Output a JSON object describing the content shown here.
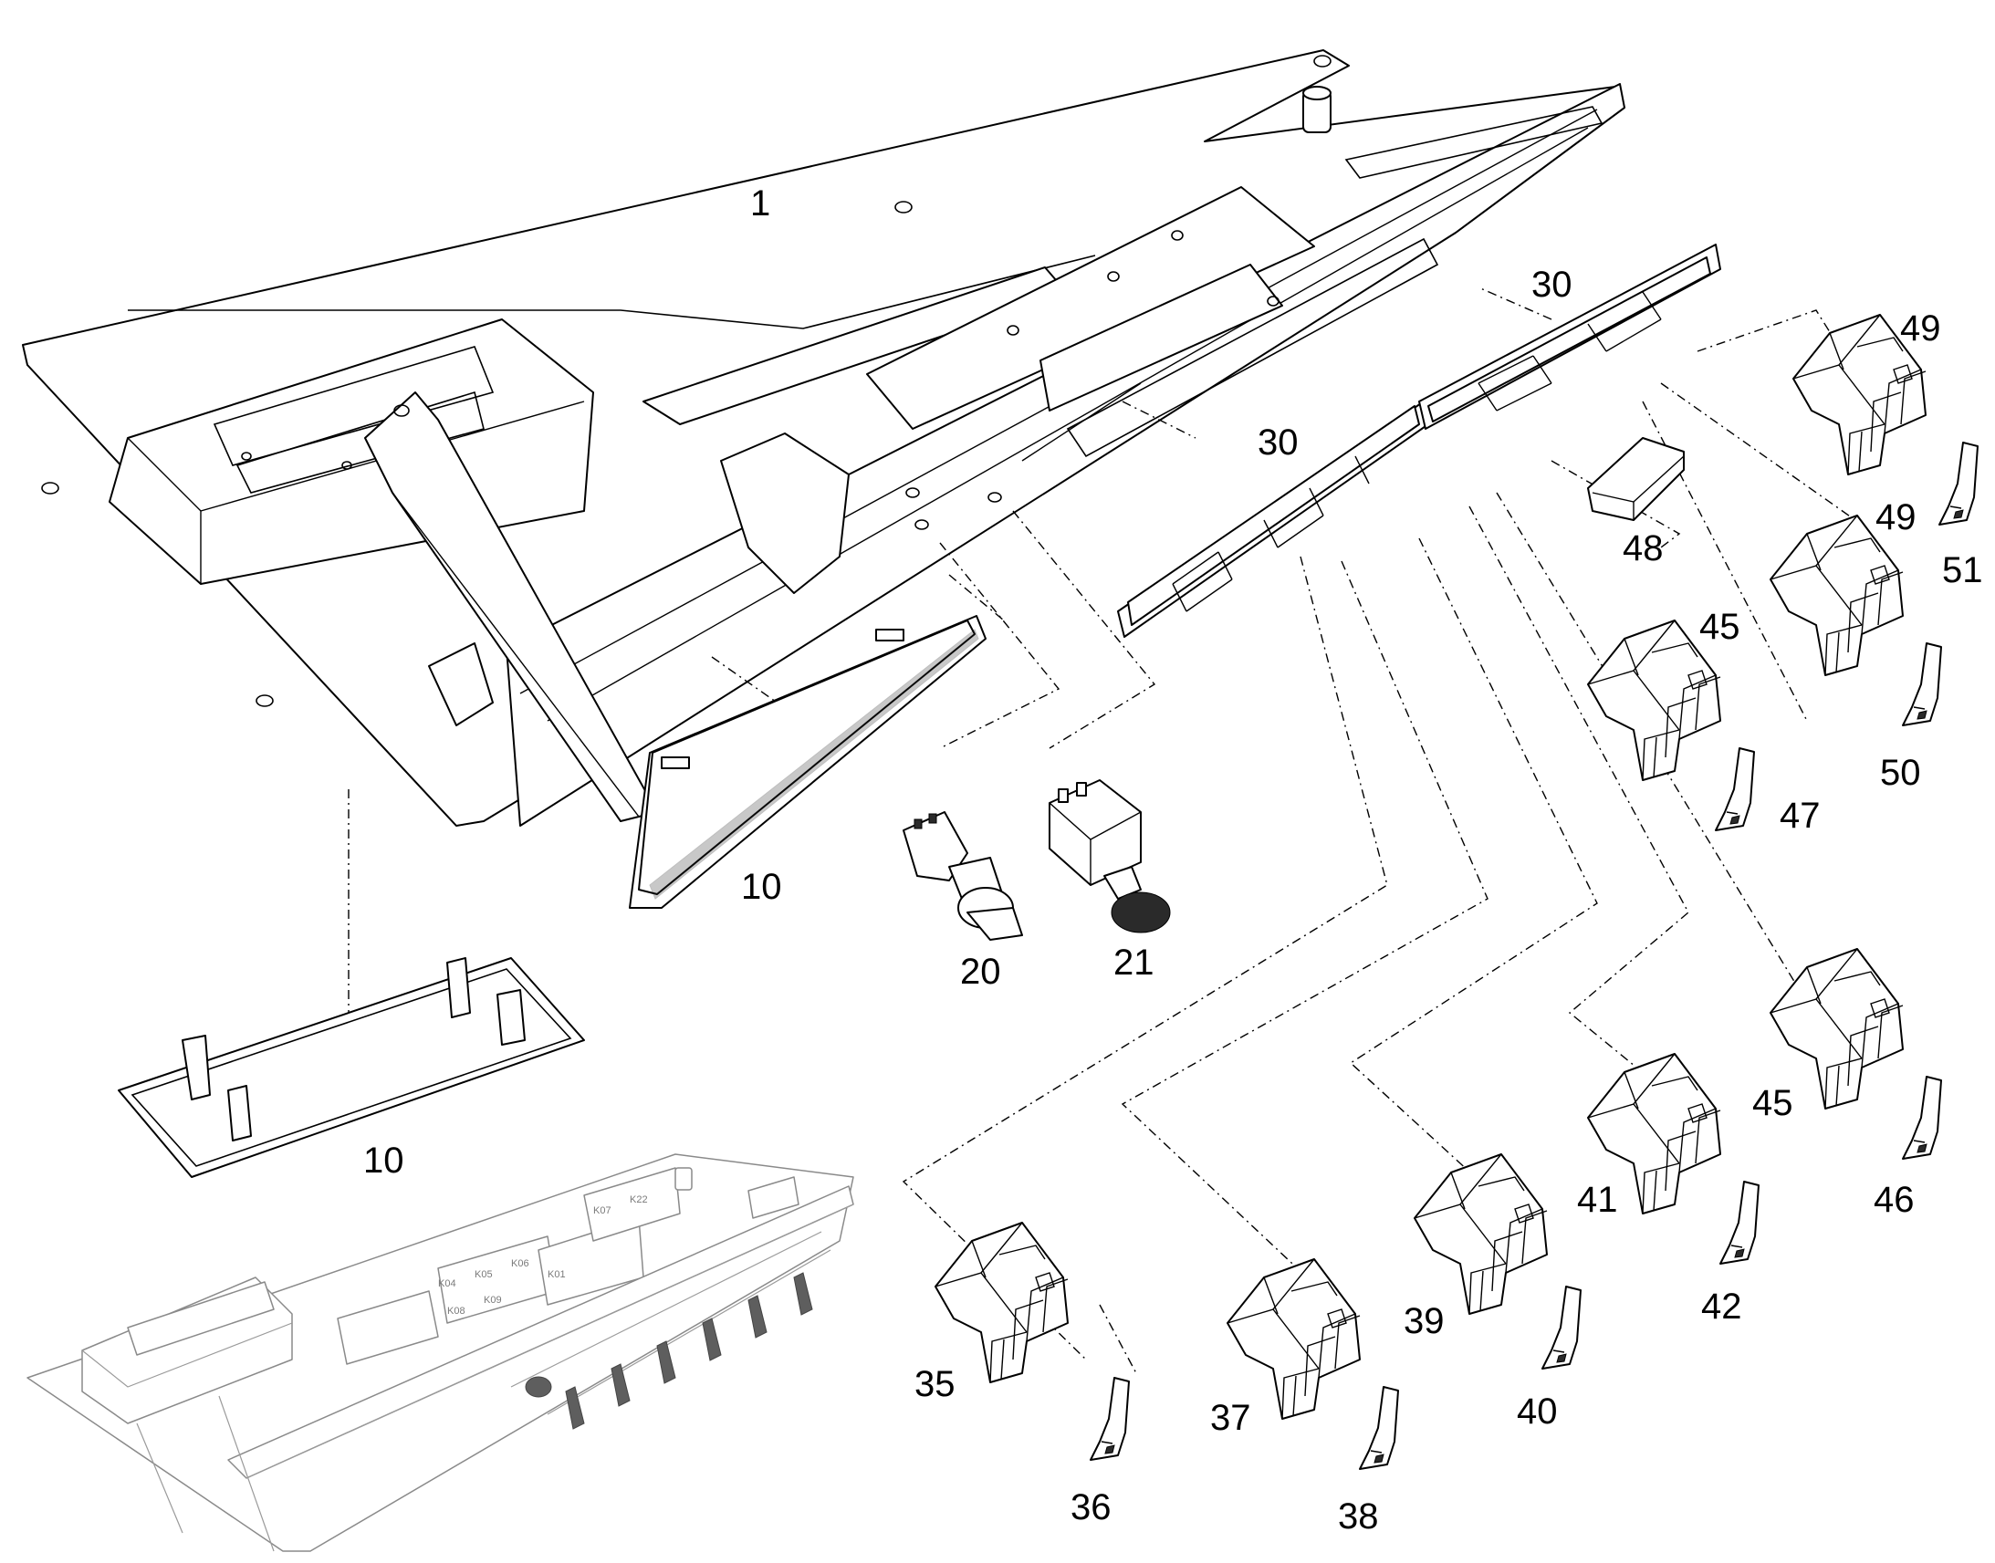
{
  "callouts": {
    "c1": "1",
    "c10a": "10",
    "c10b": "10",
    "c20": "20",
    "c21": "21",
    "c30a": "30",
    "c30b": "30",
    "c35": "35",
    "c36": "36",
    "c37": "37",
    "c38": "38",
    "c39": "39",
    "c40": "40",
    "c41": "41",
    "c42": "42",
    "c45a": "45",
    "c45b": "45",
    "c46": "46",
    "c47": "47",
    "c48": "48",
    "c49a": "49",
    "c49b": "49",
    "c50": "50",
    "c51": "51"
  },
  "inset_labels": {
    "k1": "K04",
    "k2": "K05",
    "k3": "K06",
    "k4": "K07",
    "k5": "K22",
    "k6": "K01",
    "k7": "K08",
    "k8": "K09"
  },
  "colors": {
    "line": "#000000",
    "ghost_line": "#8a8a8a",
    "background": "#ffffff"
  }
}
